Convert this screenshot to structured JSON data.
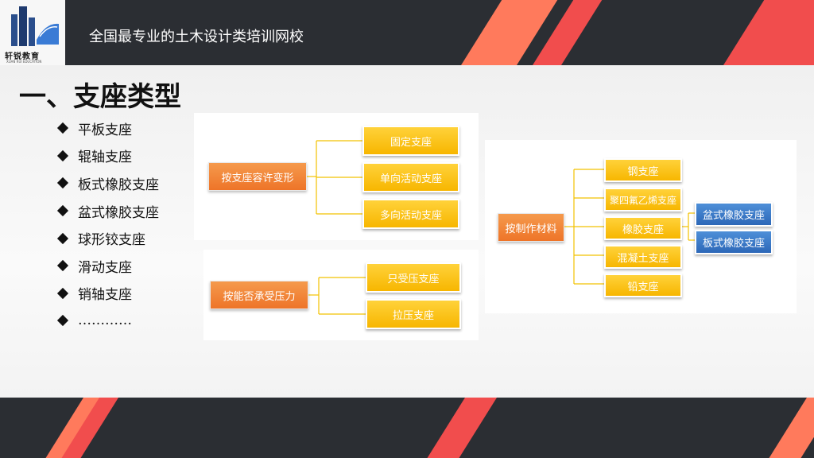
{
  "header": {
    "school_title": "全国最专业的土木设计类培训网校",
    "logo_text": "轩锐教育",
    "logo_sub": "XUAN RUI EDUCATION",
    "bg_color": "#2b2e33",
    "accent_color": "#f05a4a"
  },
  "section_title": "一、支座类型",
  "bullets": [
    "平板支座",
    "辊轴支座",
    "板式橡胶支座",
    "盆式橡胶支座",
    "球形铰支座",
    "滑动支座",
    "销轴支座",
    "…………"
  ],
  "diagram1": {
    "root": "按支座容许变形",
    "children": [
      "固定支座",
      "单向活动支座",
      "多向活动支座"
    ]
  },
  "diagram2": {
    "root": "按能否承受压力",
    "children": [
      "只受压支座",
      "拉压支座"
    ]
  },
  "diagram3": {
    "root": "按制作材料",
    "children": [
      "钢支座",
      "聚四氟乙烯支座",
      "橡胶支座",
      "混凝土支座",
      "铅支座"
    ],
    "sub_children": [
      "盆式橡胶支座",
      "板式橡胶支座"
    ]
  },
  "colors": {
    "orange": "#ee7428",
    "yellow": "#f7b600",
    "blue": "#2d68b8",
    "connector": "#f2c200"
  }
}
